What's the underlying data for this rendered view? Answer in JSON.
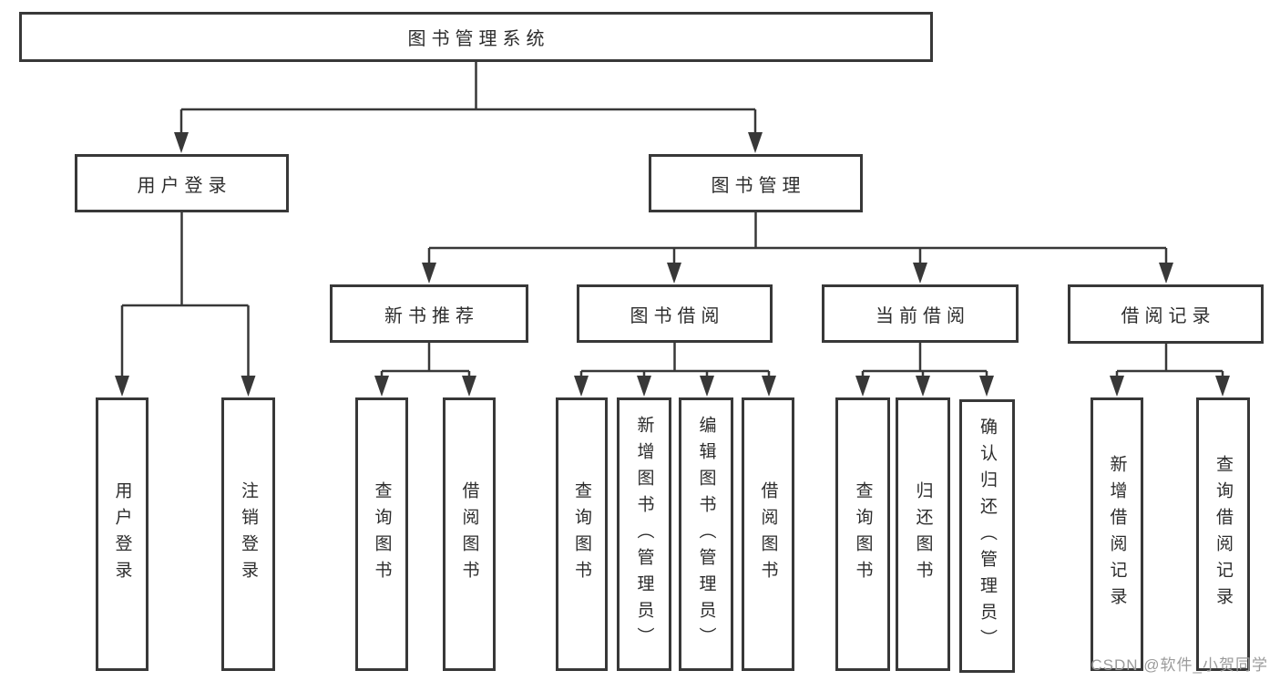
{
  "diagram": {
    "root": {
      "label": "图书管理系统"
    },
    "branches": {
      "user_login": {
        "label": "用户登录",
        "children": [
          "用户登录",
          "注销登录"
        ]
      },
      "book_management": {
        "label": "图书管理",
        "sections": {
          "new_books": {
            "label": "新书推荐",
            "children": [
              "查询图书",
              "借阅图书"
            ]
          },
          "borrowing": {
            "label": "图书借阅",
            "children": [
              "查询图书",
              "新增图书（管理员）",
              "编辑图书（管理员）",
              "借阅图书"
            ]
          },
          "current": {
            "label": "当前借阅",
            "children": [
              "查询图书",
              "归还图书",
              "确认归还（管理员）"
            ]
          },
          "records": {
            "label": "借阅记录",
            "children": [
              "新增借阅记录",
              "查询借阅记录"
            ]
          }
        }
      }
    }
  },
  "watermark": "CSDN @软件_小贺同学",
  "colors": {
    "line": "#383838",
    "text": "#2d2d2d",
    "watermark": "#9b9b9b",
    "background": "#ffffff"
  }
}
